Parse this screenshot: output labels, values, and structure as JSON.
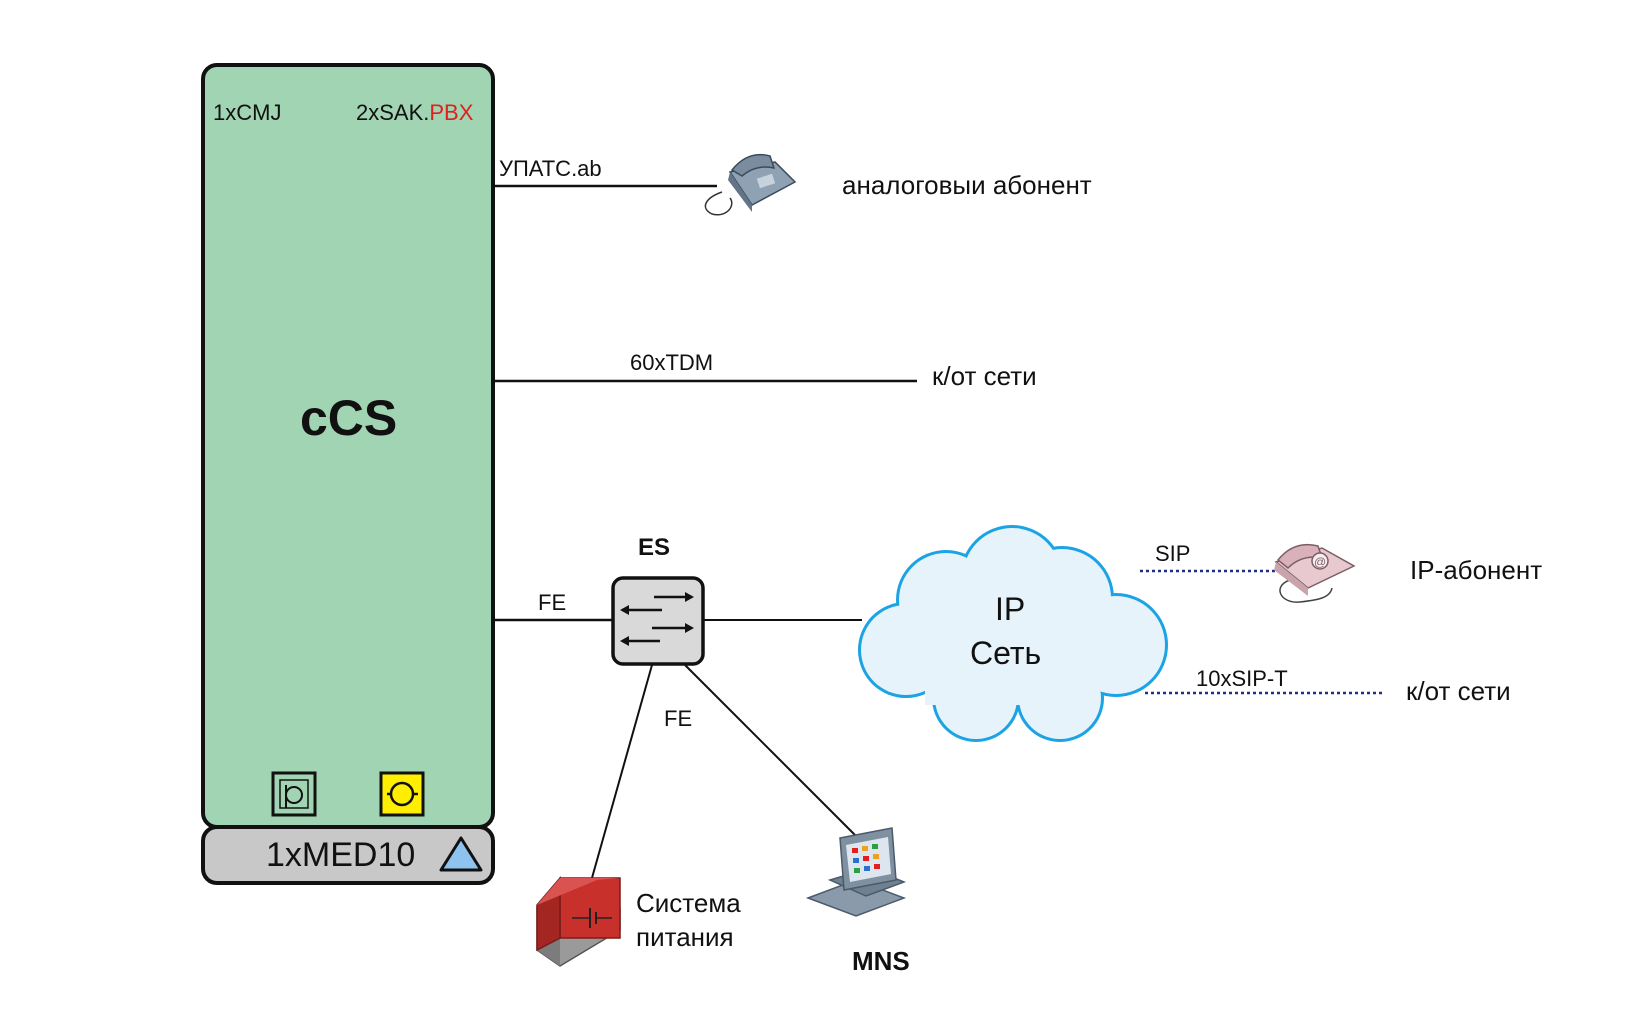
{
  "rack": {
    "cmj_label": "1xCMJ",
    "sak_label_prefix": "2xSAK.",
    "sak_label_suffix": "PBX",
    "title": "cCS",
    "med_label": "1xMED10",
    "fill_color": "#a0d4b2",
    "base_color": "#c8c8c8"
  },
  "links": {
    "analog_link": "УПАТС.ab",
    "tdm_link": "60xTDM",
    "fe_rack": "FE",
    "fe_down": "FE",
    "sip_link": "SIP",
    "sipt_link": "10xSIP-T"
  },
  "nodes": {
    "switch": "ES",
    "cloud_line1": "IP",
    "cloud_line2": "Сеть",
    "analog_subscriber": "аналоговыи абонент",
    "network_tdm": "к/от сети",
    "ip_subscriber": "IP-абонент",
    "network_sip": "к/от сети",
    "power_line1": "Система",
    "power_line2": "питания",
    "mns": "MNS"
  },
  "colors": {
    "cloud_fill": "#e6f3fb",
    "cloud_stroke": "#1ba3e3",
    "dotted_link": "#1f2f8a",
    "switch_fill": "#d9d9d9",
    "alarm_yellow": "#ffee00",
    "triangle_fill": "#8ec3f0",
    "power_red": "#c8302c"
  }
}
